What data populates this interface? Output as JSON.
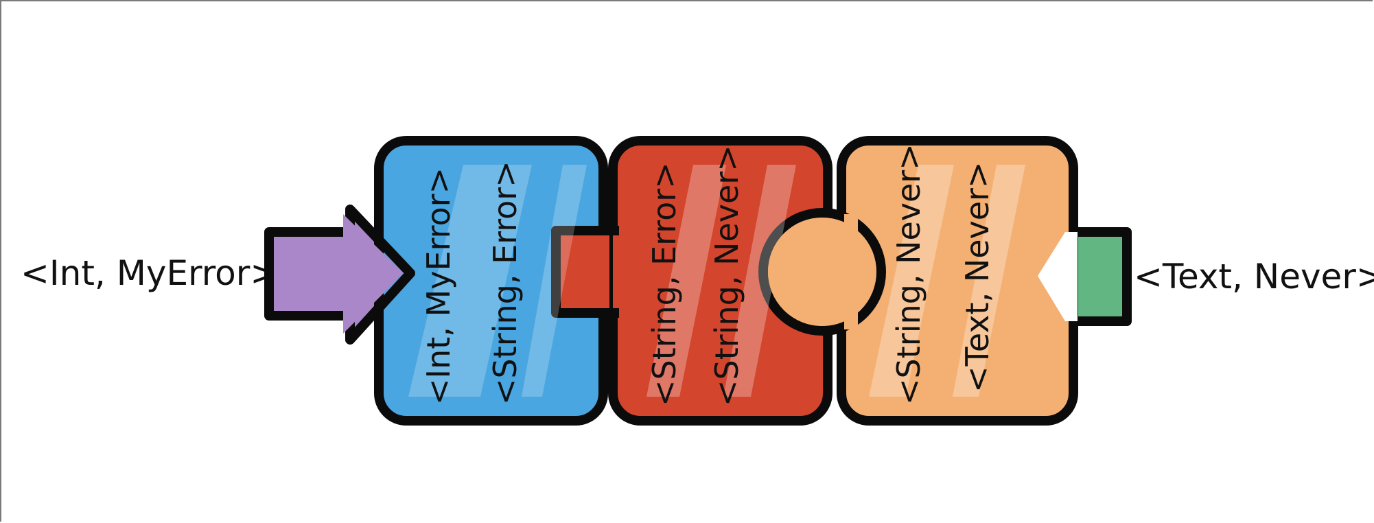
{
  "input_label": "<Int, MyError>",
  "output_label": "<Text, Never>",
  "pieces": [
    {
      "top": "<Int, MyError>",
      "bottom": "<String, Error>"
    },
    {
      "top": "<String, Error>",
      "bottom": "<String, Never>"
    },
    {
      "top": "<String, Never>",
      "bottom": "<Text, Never>"
    }
  ],
  "colors": {
    "input_arrow": "#a987c8",
    "piece_1": "#4aa6e0",
    "piece_2": "#d4452e",
    "piece_3": "#f4b073",
    "output_connector": "#62b682",
    "outline": "#0b0b0b"
  }
}
